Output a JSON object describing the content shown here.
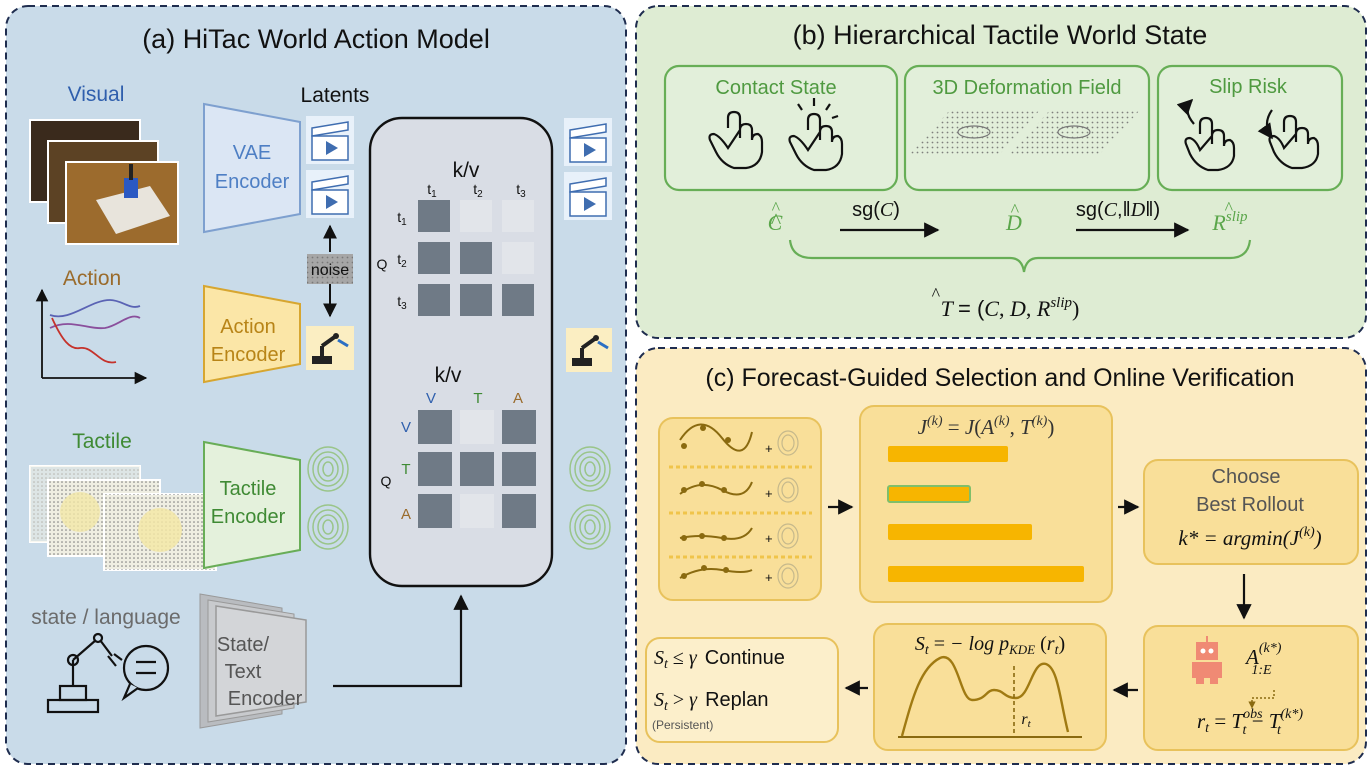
{
  "panel_a": {
    "title": "(a) HiTac World Action Model",
    "inputs": {
      "visual": "Visual",
      "action": "Action",
      "tactile": "Tactile",
      "state_language": "state / language"
    },
    "encoders": {
      "vae_1": "VAE",
      "vae_2": "Encoder",
      "action_1": "Action",
      "action_2": "Encoder",
      "tactile_1": "Tactile",
      "tactile_2": "Encoder",
      "state_1": "State/",
      "state_2": "Text",
      "state_3": "Encoder"
    },
    "latents": "Latents",
    "noise": "noise",
    "attn_top": {
      "title": "k/v",
      "cols": [
        "t1",
        "t2",
        "t3"
      ],
      "rows": [
        "t1",
        "t2",
        "t3"
      ],
      "q_label": "Q",
      "matrix": [
        [
          1,
          0,
          0
        ],
        [
          1,
          1,
          0
        ],
        [
          1,
          1,
          1
        ]
      ]
    },
    "attn_bottom": {
      "title": "k/v",
      "cols": [
        "V",
        "T",
        "A"
      ],
      "rows": [
        "V",
        "T",
        "A"
      ],
      "q_label": "Q",
      "matrix": [
        [
          1,
          0,
          1
        ],
        [
          1,
          1,
          1
        ],
        [
          1,
          0,
          1
        ]
      ]
    }
  },
  "panel_b": {
    "title": "(b) Hierarchical Tactile World State",
    "boxes": {
      "contact": "Contact State",
      "deformation": "3D Deformation Field",
      "slip": "Slip Risk"
    },
    "symbols": {
      "c": "C",
      "d": "D",
      "r": "R",
      "r_sup": "slip"
    },
    "arrows": {
      "sg1": "sg(C)",
      "sg2": "sg(C,‖D‖)"
    },
    "formula_lhs": "T",
    "formula_rhs": "= (C, D, R"
  },
  "panel_c": {
    "title": "(c) Forecast-Guided Selection and Online Verification",
    "objective": "J(k) = J(A(k), T(k))",
    "bar_fractions": [
      0.6,
      0.41,
      0.72,
      0.98
    ],
    "choose_1": "Choose",
    "choose_2": "Best  Rollout",
    "choose_formula": "k* = argmin(J(k))",
    "action_label": "A",
    "residual": "rt = Tt obs − Tt (k*)",
    "score_formula": "St = − log p KDE (rt)",
    "rt_marker": "rt",
    "decision_1_lhs": "St ≤ γ",
    "decision_1": "Continue",
    "decision_2_lhs": "St > γ",
    "decision_2": "Replan",
    "decision_note": "(Persistent)"
  },
  "colors": {
    "panel_a_bg": "#c9dbe9",
    "panel_b_bg": "#deecd3",
    "panel_c_bg": "#fbebc2",
    "border": "#1f2d4f",
    "cell_dark": "#6f7a86",
    "cell_light": "#e2e5ea",
    "bar": "#f7b500",
    "green": "#5aa64a",
    "brown": "#b48613"
  }
}
